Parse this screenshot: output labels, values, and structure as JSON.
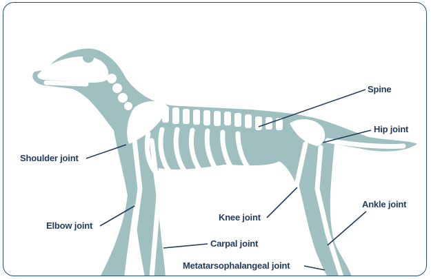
{
  "labels": {
    "spine": "Spine",
    "hip_joint": "Hip joint",
    "shoulder_joint": "Shoulder joint",
    "elbow_joint": "Elbow joint",
    "knee_joint": "Knee joint",
    "ankle_joint": "Ankle joint",
    "carpal_joint": "Carpal joint",
    "metatarsophalangeal_joint": "Metatarsophalangeal joint"
  },
  "colors": {
    "body": "#9fbfc1",
    "bone": "#ffffff",
    "text": "#1f3b5e",
    "frame": "#1e4f7a"
  }
}
